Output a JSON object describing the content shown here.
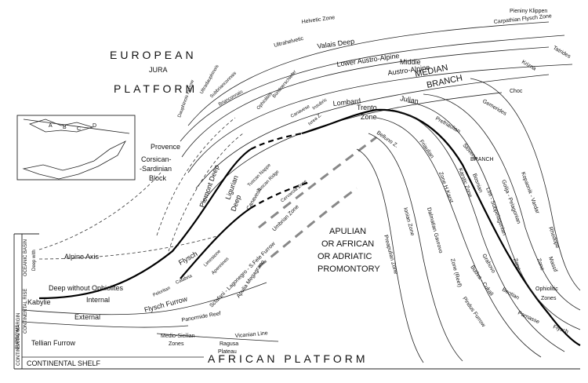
{
  "labels": {
    "european": "EUROPEAN",
    "platform_top": "PLATFORM",
    "jura": "JURA",
    "african_platform": "AFRICAN PLATFORM",
    "apulian": "APULIAN",
    "or_african": "OR AFRICAN",
    "or_adriatic": "OR ADRIATIC",
    "promontory": "PROMONTORY",
    "median": "MEDIAN",
    "branch_median": "BRANCH",
    "provence": "Provence",
    "corsican": "Corsican-",
    "sardinian": "-Sardinian",
    "block": "Block",
    "valais": "Valais Deep",
    "helvetic": "Helvetic Zone",
    "ultrahelvetic": "Ultrahelvetic",
    "lower_austro": "Lower Austro-Alpine",
    "middle": "Middle",
    "austro_alpine": "Austro-Alpine",
    "pieniny": "Pieniny Klippen",
    "carpathian": "Carpathian Flysch Zone",
    "tatrides": "Tatrides",
    "krizna": "Krizna",
    "choc": "Choc",
    "gemerides": "Gemerides",
    "trento": "Trento",
    "trento_zone": "Zone",
    "lombard": "Lombard",
    "julian": "Julian",
    "prefriaulian": "Prefriaulian",
    "slovene": "Slovene",
    "friaulian": "Friaulian",
    "belluno": "Belluno",
    "belluno_z": "Belluno Z.",
    "zone_h_karst": "Zone H.Karst",
    "karstic_zone": "Karstic Zone",
    "dalmatian": "Dalmatian Gavrovo",
    "zone_reef": "Zone (Reef)",
    "ionian": "Ionian Zone",
    "preapulian": "Preapulian Zone",
    "bosnian": "Bosnian",
    "branch_right": "BRANCH",
    "lim": "Lim - Subpelagonian",
    "golija": "Golija - Pelagonian",
    "kopaonik": "Kopaonik - Vardar",
    "zone_r1": "Zone",
    "zone_r2": "Zone",
    "rhodope": "Rhodope",
    "massif": "Massif",
    "ophiolitic": "Ophiolitic",
    "zones": "Zones",
    "budva": "Budva - Cukali",
    "pindus": "Pindus Furrow",
    "beotian": "Beotian",
    "parnasse": "Parnasse",
    "flysch_r": "Flysch",
    "grahovo": "Grahovo",
    "piemont": "Piemont Deep",
    "ligurian": "Ligurian",
    "deep": "Deep",
    "canavese": "Canavese",
    "alpine_axis": "Alpine Axis",
    "deep_without": "Deep without Ophiolites",
    "kabylie": "Kabylie",
    "internal": "Internal",
    "flysch": "Flysch",
    "external": "External",
    "flysch_furrow": "Flysch Furrow",
    "tellian": "Tellian Furrow",
    "medio_sicilian": "Medio-Sicilian",
    "medio_zones": "Zones",
    "ragusa": "Ragusa",
    "plateau": "Plateau",
    "panormide": "Panormide Reef",
    "sclafani": "Sclafani - Lagonegro - S.Fele Furrow",
    "apulia": "Apulia Megagrano",
    "vicanian": "Vicanian Line",
    "umbrian": "Umbrian Zone",
    "tuscan_nappe": "Tuscan Nappe",
    "tuscan_ridge": "Tuscan Ridge",
    "cervarola": "Cervarola Zone",
    "dauphinois": "Dauphinois Furrow",
    "ultradauphinois": "Ultradauphinois",
    "brianconnais": "Brianconnais",
    "subbrianconnais": "Subbrianconnais",
    "ophiolites": "Ophiolites",
    "bundnerschiefer": "Bündnerschiefer",
    "canavese_top": "Canavese",
    "insubric": "Insubric",
    "ivrea": "Ivrea Z.",
    "calabria": "Calabria",
    "peloritan": "Peloritan",
    "limestone": "Limestone",
    "apennines": "Apennines",
    "continental_shelf": "CONTINENTAL SHELF",
    "continental_rise": "CONTINENTAL RISE",
    "oceanic_basin": "OCEANIC BASIN",
    "continental_margin": "CONTINENTAL MARGIN",
    "deep_with": "Deep with",
    "furrows": "FURROWS",
    "inset_a": "A",
    "inset_b": "B",
    "inset_c": "C",
    "inset_d": "D"
  }
}
